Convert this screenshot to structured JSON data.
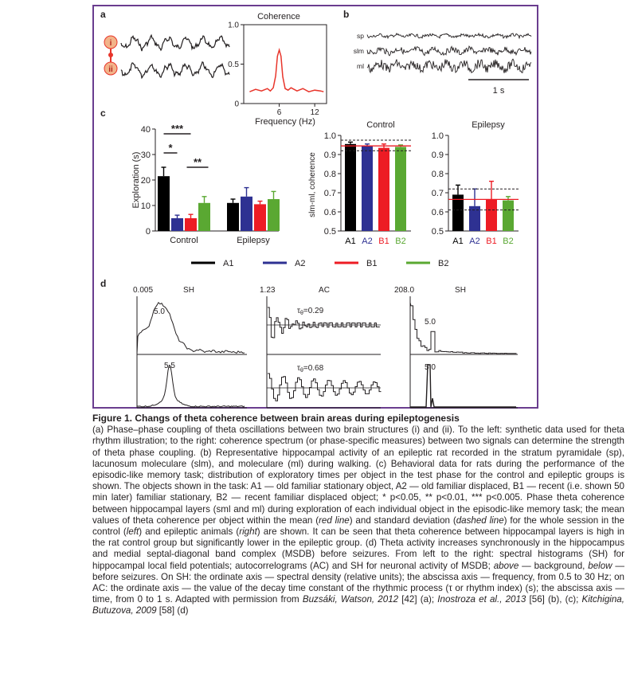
{
  "figure": {
    "panel_a": {
      "label": "a",
      "struct_i": "i",
      "struct_ii": "ii",
      "chart_data": {
        "type": "line",
        "title": "Coherence",
        "xlabel": "Frequency (Hz)",
        "ylabel": "",
        "xticks": [
          "6",
          "12"
        ],
        "yticks": [
          "0",
          "0.5",
          "1.0"
        ],
        "ylim": [
          0,
          1.0
        ],
        "xlim": [
          0,
          14
        ],
        "x": [
          1.0,
          2.0,
          3.0,
          4.0,
          4.5,
          5.0,
          5.4,
          5.7,
          6.0,
          6.3,
          6.6,
          7.0,
          7.5,
          8.0,
          9.0,
          10.0,
          11.0,
          12.0,
          13.0,
          13.5
        ],
        "y": [
          0.15,
          0.18,
          0.16,
          0.19,
          0.16,
          0.2,
          0.35,
          0.6,
          0.68,
          0.6,
          0.34,
          0.19,
          0.17,
          0.2,
          0.16,
          0.19,
          0.15,
          0.17,
          0.16,
          0.15
        ],
        "color": "#e8352b"
      }
    },
    "panel_b": {
      "label": "b",
      "traces": [
        "sp",
        "slm",
        "ml"
      ],
      "scale": "1 s"
    },
    "panel_c": {
      "label": "c",
      "exploration": {
        "chart_data": {
          "type": "bar",
          "ylabel": "Exploration (s)",
          "categories": [
            "Control",
            "Epilepsy"
          ],
          "yticks": [
            "0",
            "10",
            "20",
            "30",
            "40"
          ],
          "ylim": [
            0,
            40
          ],
          "series": [
            {
              "name": "A1",
              "values": [
                21.5,
                11
              ],
              "errors": [
                3.5,
                1.5
              ]
            },
            {
              "name": "A2",
              "values": [
                5,
                13.5
              ],
              "errors": [
                1.2,
                3.5
              ]
            },
            {
              "name": "B1",
              "values": [
                5,
                10.5
              ],
              "errors": [
                1.5,
                1.2
              ]
            },
            {
              "name": "B2",
              "values": [
                11,
                12.5
              ],
              "errors": [
                2.5,
                3
              ]
            }
          ],
          "significance": [
            "***",
            "*",
            "**"
          ]
        }
      },
      "control": {
        "chart_data": {
          "type": "bar",
          "title": "Control",
          "ylabel": "slm-ml, coherence",
          "categories": [
            "A1",
            "A2",
            "B1",
            "B2"
          ],
          "values": [
            0.955,
            0.945,
            0.935,
            0.94
          ],
          "errors": [
            0.01,
            0.01,
            0.02,
            0.01
          ],
          "mean": 0.945,
          "sd": [
            0.92,
            0.975
          ],
          "yticks": [
            "0.5",
            "0.6",
            "0.7",
            "0.8",
            "0.9",
            "1.0"
          ],
          "ylim": [
            0.5,
            1.0
          ]
        }
      },
      "epilepsy": {
        "chart_data": {
          "type": "bar",
          "title": "Epilepsy",
          "categories": [
            "A1",
            "A2",
            "B1",
            "B2"
          ],
          "values": [
            0.69,
            0.63,
            0.665,
            0.66
          ],
          "errors": [
            0.05,
            0.09,
            0.095,
            0.02
          ],
          "mean": 0.665,
          "sd": [
            0.61,
            0.72
          ],
          "yticks": [
            "0.5",
            "0.6",
            "0.7",
            "0.8",
            "0.9",
            "1.0"
          ],
          "ylim": [
            0.5,
            1.0
          ]
        }
      },
      "legend": [
        "A1",
        "A2",
        "B1",
        "B2"
      ],
      "colors": {
        "A1": "#000000",
        "A2": "#2e3192",
        "B1": "#ed1c24",
        "B2": "#5aa832"
      }
    },
    "panel_d": {
      "label": "d",
      "top": {
        "sh1": {
          "title": "SH",
          "ymax": "0.005",
          "peak": "5.0"
        },
        "ac": {
          "title": "AC",
          "ymax": "1.23",
          "tau": "τ",
          "tau_sub": "θ",
          "tau_val": "=0.29"
        },
        "sh2": {
          "title": "SH",
          "ymax": "208.0",
          "peak": "5.0"
        }
      },
      "bottom": {
        "sh1": {
          "peak": "5.5"
        },
        "ac": {
          "tau": "τ",
          "tau_sub": "θ",
          "tau_val": "=0.68"
        },
        "sh2": {
          "peak": "5.0"
        }
      }
    }
  },
  "caption": {
    "title": "Figure 1. Changs of theta coherence between brain areas during epileptogenesis",
    "p1": "(a) Phase–phase coupling of theta oscillations between two brain structures (i) and (ii). To the left: synthetic data used for theta rhythm illustration; to the right: coherence spectrum (or phase-specific measures) between two signals can determine the strength of theta phase coupling. (b) Representative hippocampal activity of an epileptic rat recorded in the stratum pyramidale (sp), lacunosum moleculare (slm), and moleculare (ml) during walking. (c) Behavioral data for rats during the performance of the episodic-like memory task; distribution of exploratory times per object in the test phase for the control and epileptic groups is shown. The objects shown in the task: A1 — old familiar stationary object, A2 — old familiar displaced, B1 — recent (i.e. shown 50 min later) familiar stationary, B2 — recent familiar displaced object; * p<0.05, ** p<0.01, *** p<0.005. Phase theta coherence between hippocampal layers (sml and ml) during exploration of each individual object in the episodic-like memory task; the mean values of theta coherence per object within the mean (",
    "p1_red": "red line",
    "p1_b": ") and standard deviation (",
    "p1_dashed": "dashed line",
    "p1_c": ") for the whole session in the control (",
    "p1_left": "left",
    "p1_d": ") and epileptic animals (",
    "p1_right": "right",
    "p1_e": ") are shown. It can be seen that theta coherence between hippocampal layers is high in the rat control group but significantly lower in the epileptic group. (d) Theta activity increases synchronously in the hippocampus and medial septal-diagonal band complex (MSDB) before seizures. From left to the right: spectral histograms (SH) for hippocampal local field potentials; autocorrelograms (AC) and SH for neuronal activity of MSDB; ",
    "p1_above": "above",
    "p1_f": " — background, ",
    "p1_below": "below",
    "p1_g": " — before seizures. On SH: the ordinate axis — spectral density (relative units); the abscissa axis — frequency, from 0.5 to 30 Hz; on AC: the ordinate axis — the value of the decay time constant of the rhythmic process (τ or rhythm index) (s); the abscissa axis — time, from 0 to 1 s. Adapted with permission from ",
    "ref1": "Buzsáki, Watson, 2012",
    "ref1_num": " [42] (a); ",
    "ref2": "Inostroza et al., 2013",
    "ref2_num": " [56] (b), (c); ",
    "ref3": "Kitchigina, Butuzova, 2009",
    "ref3_num": " [58] (d)"
  }
}
